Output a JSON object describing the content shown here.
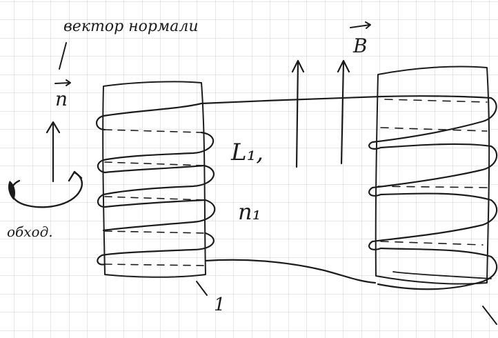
{
  "labels": {
    "normal_caption": "вектор нормали",
    "normal_vector": "n",
    "field_vector": "B",
    "traverse_direction": "обход.",
    "inductance": "L₁,",
    "turns": "n₁",
    "coil_index": "1"
  },
  "colors": {
    "paper": "#ffffff",
    "grid": "#cfcfcf",
    "ink": "#1c1c1c"
  },
  "icons": {
    "arrow": "arrow-up-icon",
    "circular_arrow": "curved-arrow-icon"
  }
}
